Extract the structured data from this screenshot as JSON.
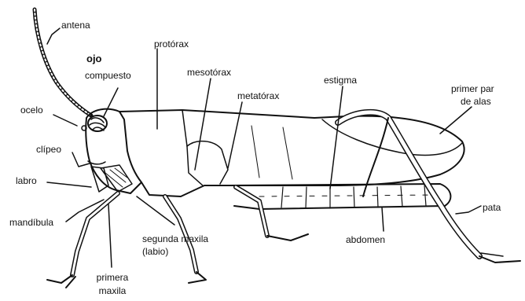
{
  "colors": {
    "ink": "#111111",
    "background": "#ffffff"
  },
  "labels": {
    "antena": "antena",
    "ojo_line1": "ojo",
    "ojo_line2": "compuesto",
    "ocelo": "ocelo",
    "clipeo": "clípeo",
    "labro": "labro",
    "mandibula": "mandíbula",
    "protorax": "protórax",
    "mesotorax": "mesotórax",
    "metatorax": "metatórax",
    "estigma": "estigma",
    "alas_line1": "primer par",
    "alas_line2": "de alas",
    "pata": "pata",
    "abdomen": "abdomen",
    "segunda_line1": "segunda maxila",
    "segunda_line2": "(labio)",
    "primera_line1": "primera",
    "primera_line2": "maxila"
  }
}
